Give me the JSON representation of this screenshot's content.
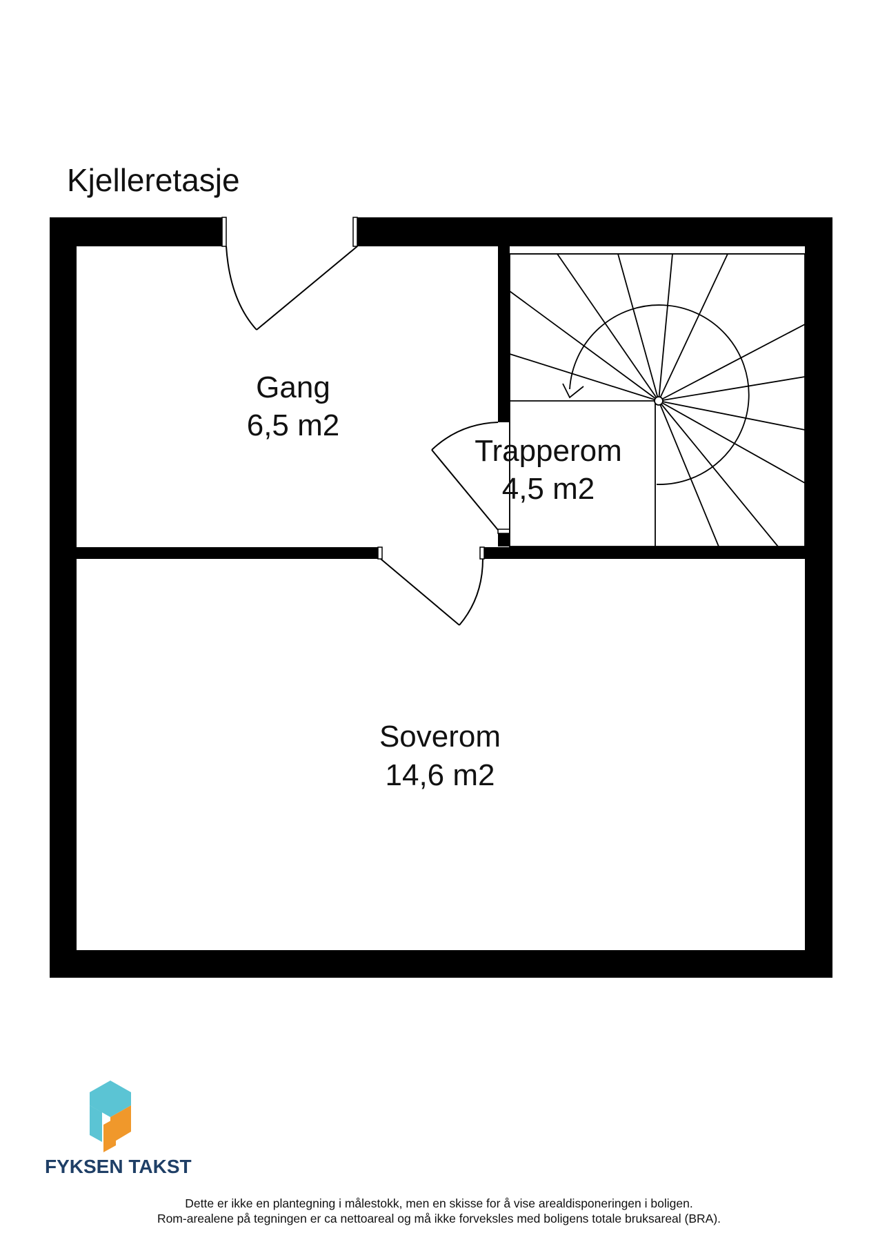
{
  "floor": {
    "title": "Kjelleretasje"
  },
  "rooms": {
    "gang": {
      "name": "Gang",
      "area": "6,5 m2"
    },
    "trapperom": {
      "name": "Trapperom",
      "area": "4,5 m2"
    },
    "soverom": {
      "name": "Soverom",
      "area": "14,6 m2"
    }
  },
  "brand": {
    "name": "FYKSEN TAKST",
    "colors": {
      "teal": "#5bc4d4",
      "orange": "#f0982b",
      "navy": "#1f3f66"
    }
  },
  "disclaimer": {
    "line1": "Dette er ikke en plantegning i målestokk, men en skisse for å vise arealdisponeringen i boligen.",
    "line2": "Rom-arealene på tegningen er ca nettoareal og må ikke forveksles med boligens totale bruksareal (BRA)."
  }
}
